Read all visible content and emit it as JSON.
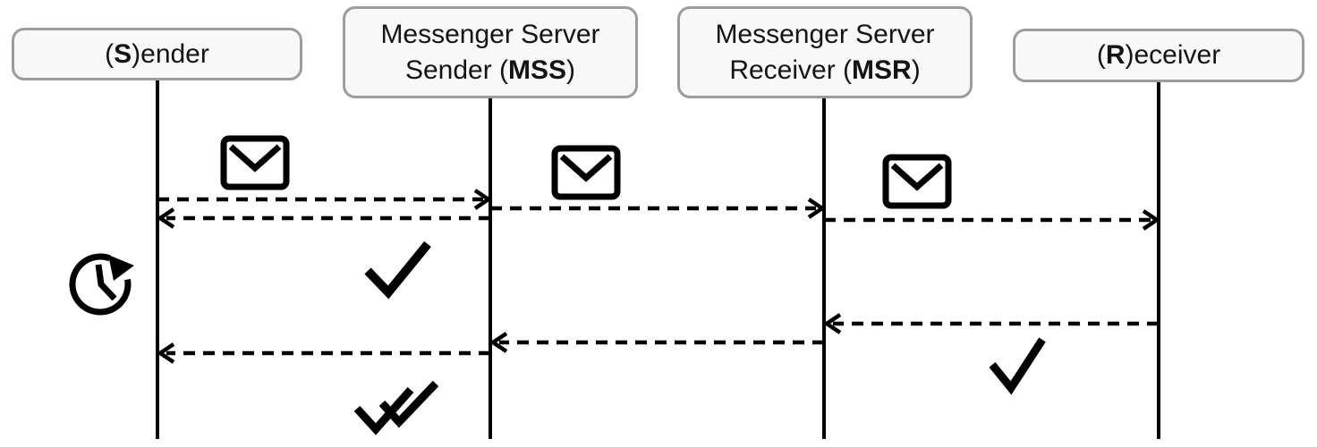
{
  "diagram": {
    "title": "message-delivery-sequence-diagram",
    "participants": [
      {
        "id": "sender",
        "pre": "(",
        "bold": "S",
        "post": ")ender"
      },
      {
        "id": "mss",
        "line1": "Messenger Server",
        "pre": "Sender (",
        "bold": "MSS",
        "post": ")"
      },
      {
        "id": "msr",
        "line1": "Messenger Server",
        "pre": "Receiver (",
        "bold": "MSR",
        "post": ")"
      },
      {
        "id": "receiver",
        "pre": "(",
        "bold": "R",
        "post": ")eceiver"
      }
    ],
    "messages": [
      {
        "from": "sender",
        "to": "mss",
        "style": "dashed",
        "icon": "envelope-icon"
      },
      {
        "from": "mss",
        "to": "sender",
        "style": "dashed",
        "icon": "single-check-icon"
      },
      {
        "from": "mss",
        "to": "msr",
        "style": "dashed",
        "icon": "envelope-icon"
      },
      {
        "from": "msr",
        "to": "receiver",
        "style": "dashed",
        "icon": "envelope-icon"
      },
      {
        "from": "receiver",
        "to": "msr",
        "style": "dashed",
        "icon": "single-check-icon"
      },
      {
        "from": "msr",
        "to": "mss",
        "style": "dashed"
      },
      {
        "from": "mss",
        "to": "sender",
        "style": "dashed",
        "icon": "double-check-icon"
      }
    ],
    "icons": {
      "clock": "clock-timer-icon (clock with clockwise arrow)",
      "envelope": "envelope-icon (message)",
      "single_check": "single-check-icon (sent/delivered)",
      "double_check": "double-check-icon (delivered to sender)"
    },
    "colors": {
      "stroke": "#000000",
      "box_fill": "#f8f8f8",
      "box_border": "#9c9c9c",
      "text": "#141414",
      "background": "#ffffff"
    }
  }
}
